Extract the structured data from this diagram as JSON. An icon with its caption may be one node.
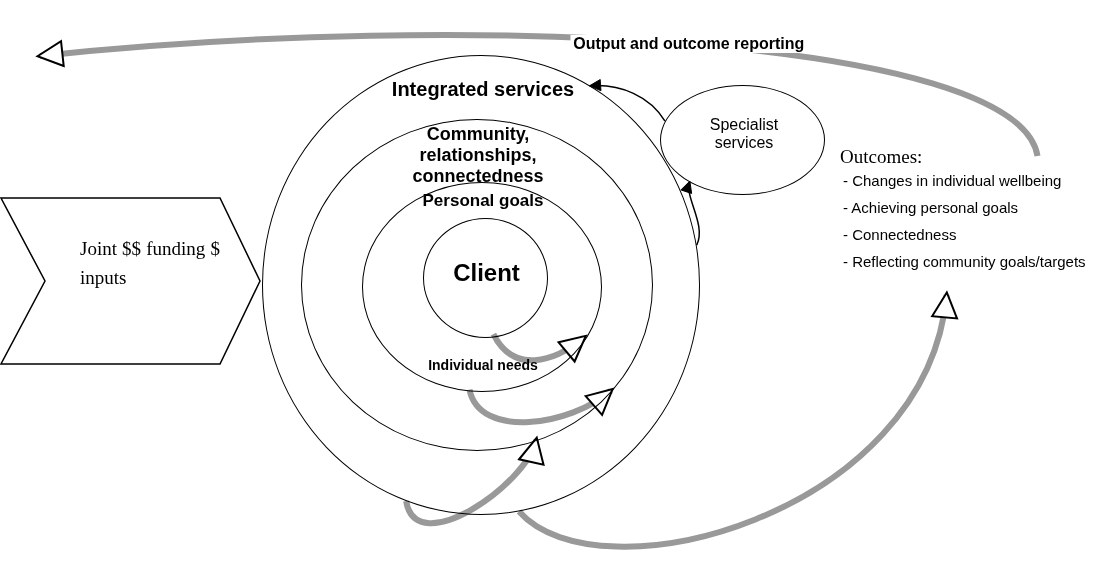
{
  "diagram": {
    "nodes": [
      {
        "text": [
          "Joint $$ funding $ inputs"
        ]
      },
      {
        "text": [
          "Integrated services"
        ]
      },
      {
        "text": [
          "Community, relationships, connectedness"
        ],
        "in": 1
      },
      {
        "text": [
          "Personal goals",
          "Individual needs"
        ],
        "in": 2
      },
      {
        "text": [
          "Client"
        ],
        "in": 3
      },
      {
        "text": [
          "Specialist services"
        ]
      },
      {
        "text": [
          "Outcomes:",
          "- Changes in individual wellbeing",
          "- Achieving personal goals",
          "- Connectedness",
          "- Reflecting community goals/targets"
        ]
      }
    ],
    "edges": [
      {
        "from": 4,
        "to": 3,
        "arrow": "to"
      },
      {
        "from": 3,
        "to": 2,
        "arrow": "to"
      },
      {
        "from": 1,
        "to": 2,
        "arrow": "to"
      },
      {
        "from": 1,
        "to": 6,
        "arrow": "to"
      },
      {
        "from": 5,
        "to": 1,
        "arrow": "to",
        "color": "#000000"
      },
      {
        "from": 1,
        "to": 5,
        "arrow": "to",
        "color": "#000000"
      },
      {
        "from": 6,
        "to": null,
        "arrow": "to",
        "label": "Output and outcome reporting"
      }
    ]
  }
}
